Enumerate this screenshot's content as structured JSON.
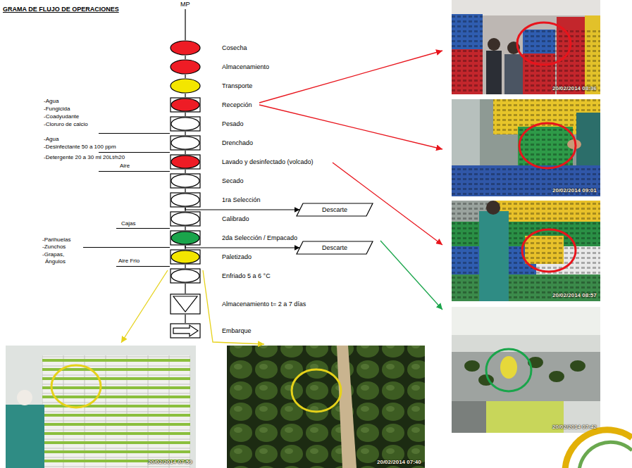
{
  "diagram": {
    "title": "GRAMA DE FLUJO DE OPERACIONES",
    "nodes": [
      {
        "text": [
          "Cosecha"
        ]
      },
      {
        "text": [
          "Almacenamiento"
        ]
      },
      {
        "text": [
          "Transporte"
        ]
      },
      {
        "text": [
          "Recepción"
        ]
      },
      {
        "text": [
          "Pesado"
        ]
      },
      {
        "text": [
          "Drenchado"
        ]
      },
      {
        "text": [
          "Lavado y desinfectado (volcado)"
        ]
      },
      {
        "text": [
          "Secado"
        ]
      },
      {
        "text": [
          "1ra Selección"
        ]
      },
      {
        "text": [
          "Calibrado"
        ]
      },
      {
        "text": [
          "2da Selección / Empacado"
        ]
      },
      {
        "text": [
          "Paletizado"
        ]
      },
      {
        "text": [
          "Enfriado 5 a 6 °C"
        ]
      },
      {
        "text": [
          "Almacenamiento t= 2 a 7 días"
        ]
      },
      {
        "text": [
          "Embarque"
        ]
      },
      {
        "text": [
          "Descarte"
        ]
      },
      {
        "text": [
          "Descarte"
        ]
      }
    ],
    "edges": [
      {
        "from": 0,
        "to": 1,
        "arrow": "none"
      },
      {
        "from": 1,
        "to": 2,
        "arrow": "none"
      },
      {
        "from": 2,
        "to": 3,
        "arrow": "none"
      },
      {
        "from": 3,
        "to": 4,
        "arrow": "none"
      },
      {
        "from": 4,
        "to": 5,
        "arrow": "none"
      },
      {
        "from": 5,
        "to": 6,
        "arrow": "none"
      },
      {
        "from": 6,
        "to": 7,
        "arrow": "none"
      },
      {
        "from": 7,
        "to": 8,
        "arrow": "none"
      },
      {
        "from": 8,
        "to": 9,
        "arrow": "none"
      },
      {
        "from": 9,
        "to": 10,
        "arrow": "none"
      },
      {
        "from": 10,
        "to": 11,
        "arrow": "none"
      },
      {
        "from": 11,
        "to": 12,
        "arrow": "none"
      },
      {
        "from": 12,
        "to": 13,
        "arrow": "none"
      },
      {
        "from": 13,
        "to": 14,
        "arrow": "none"
      },
      {
        "from": 8,
        "to": 15,
        "arrow": "to"
      },
      {
        "from": 10,
        "to": 16,
        "arrow": "to"
      }
    ],
    "labels": [
      "MP",
      "-Agua",
      "-Fungicida",
      "-Coadyudante",
      "-Cloruro de calcio",
      "-Agua",
      "-Desinfectante 50 a 100 ppm",
      "-Detergente 20 a 30 ml 20Lt/h20",
      "Aire",
      "Cajas",
      "-Parihuelas",
      "-Zunchos",
      "-Grapas,",
      "Ángulos",
      "Aire Frio",
      "20/02/2014 08:36",
      "20/02/2014 09:01",
      "20/02/2014 08:57",
      "20/02/2014 07:42",
      "20/02/2014 07:59",
      "20/02/2014 07:40"
    ]
  }
}
